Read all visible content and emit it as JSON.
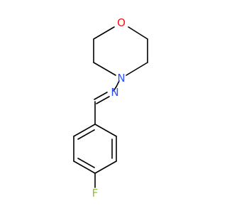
{
  "molecule": {
    "atoms": {
      "oxygen": {
        "symbol": "O",
        "color": "#ff0d0d"
      },
      "ring_nitrogen": {
        "symbol": "N",
        "color": "#3050f8"
      },
      "imine_nitrogen": {
        "symbol": "N",
        "color": "#3050f8"
      },
      "fluorine": {
        "symbol": "F",
        "color": "#8fbf3f"
      }
    },
    "bond_color": "#000000"
  }
}
